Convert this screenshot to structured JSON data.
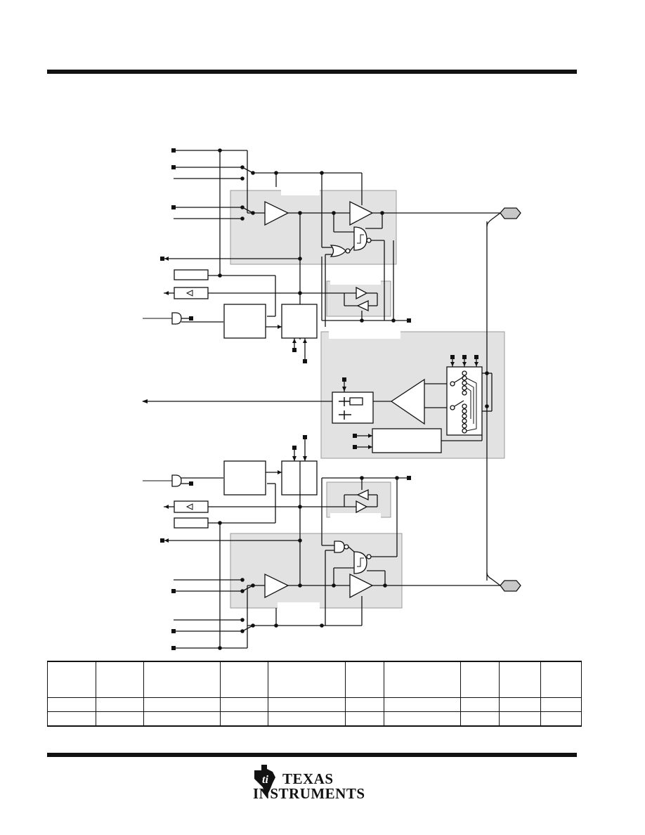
{
  "brand": {
    "line1": "Texas",
    "line2": "Instruments",
    "logo_icon": "ti-logo-icon"
  },
  "diagram": {
    "description_labels": [],
    "shaded_fill": "#e2e2e2",
    "line_color": "#111111"
  },
  "table": {
    "columns": 10,
    "rows": 2
  }
}
